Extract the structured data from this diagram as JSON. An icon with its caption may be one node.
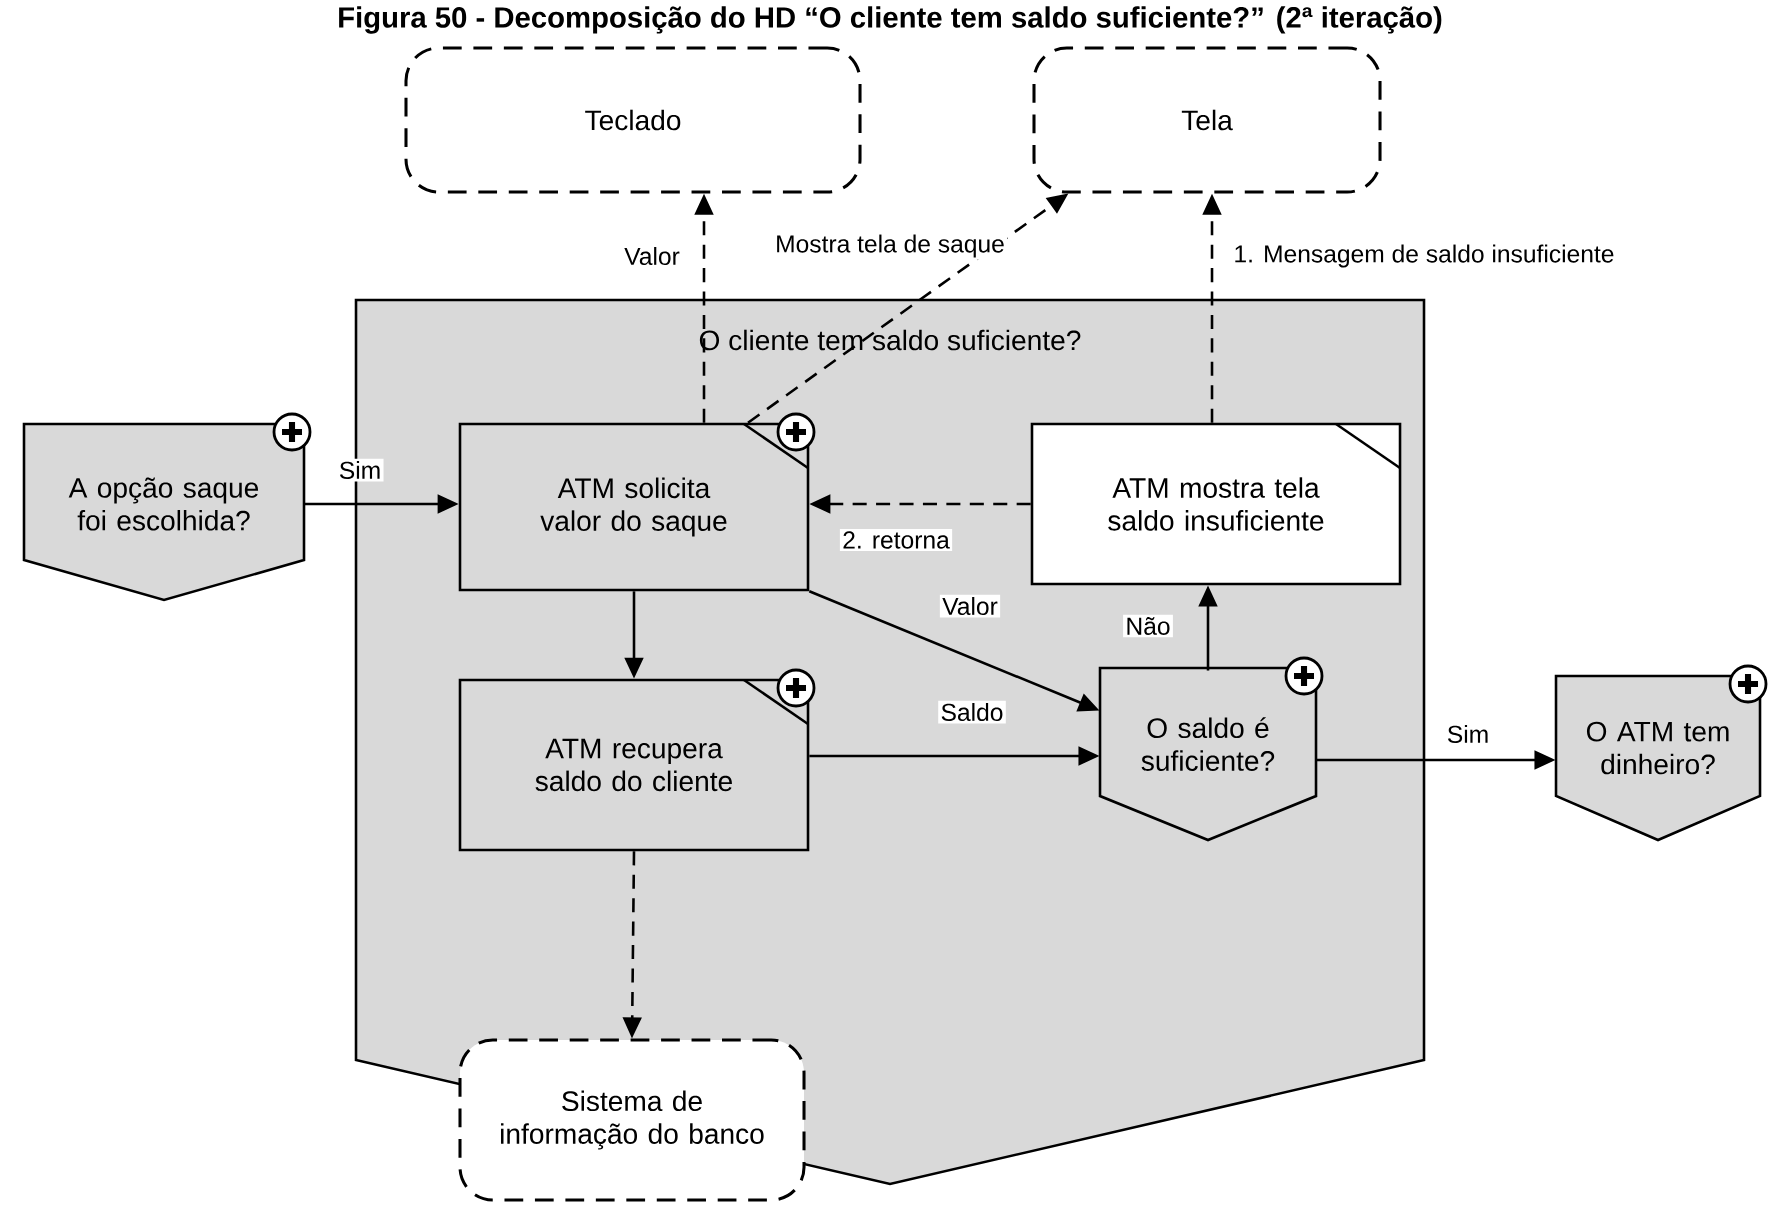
{
  "diagram": {
    "title": "Figura 50 - Decomposição do HD “O cliente tem saldo suficiente?” (2ª iteração)",
    "nodes": [
      {
        "text": [
          "Teclado"
        ]
      },
      {
        "text": [
          "Tela"
        ]
      },
      {
        "text": [
          "O cliente tem saldo suficiente?"
        ]
      },
      {
        "text": [
          "A opção saque foi escolhida?"
        ]
      },
      {
        "text": [
          "ATM solicita valor do saque"
        ],
        "in": 2
      },
      {
        "text": [
          "ATM mostra tela saldo insuficiente"
        ],
        "in": 2
      },
      {
        "text": [
          "ATM recupera saldo do cliente"
        ],
        "in": 2
      },
      {
        "text": [
          "O saldo é suficiente?"
        ],
        "in": 2
      },
      {
        "text": [
          "O ATM tem dinheiro?"
        ]
      },
      {
        "text": [
          "Sistema de informação do banco"
        ]
      }
    ],
    "edges": [
      {
        "from": 4,
        "to": 0,
        "arrow": "to",
        "label": "Valor",
        "style": "dashed"
      },
      {
        "from": 4,
        "to": 1,
        "arrow": "to",
        "label": "Mostra tela de saque",
        "style": "dashed"
      },
      {
        "from": 5,
        "to": 1,
        "arrow": "to",
        "label": "1. Mensagem de saldo insuficiente",
        "style": "dashed"
      },
      {
        "from": 3,
        "to": 4,
        "arrow": "to",
        "label": "Sim"
      },
      {
        "from": 5,
        "to": 4,
        "arrow": "to",
        "label": "2. retorna",
        "style": "dashed"
      },
      {
        "from": 4,
        "to": 6,
        "arrow": "to"
      },
      {
        "from": 4,
        "to": 7,
        "arrow": "to",
        "label": "Valor"
      },
      {
        "from": 7,
        "to": 5,
        "arrow": "to",
        "label": "Não"
      },
      {
        "from": 6,
        "to": 7,
        "arrow": "to",
        "label": "Saldo"
      },
      {
        "from": 7,
        "to": 8,
        "arrow": "to",
        "label": "Sim"
      },
      {
        "from": 6,
        "to": 9,
        "arrow": "to",
        "style": "dashed"
      }
    ]
  }
}
